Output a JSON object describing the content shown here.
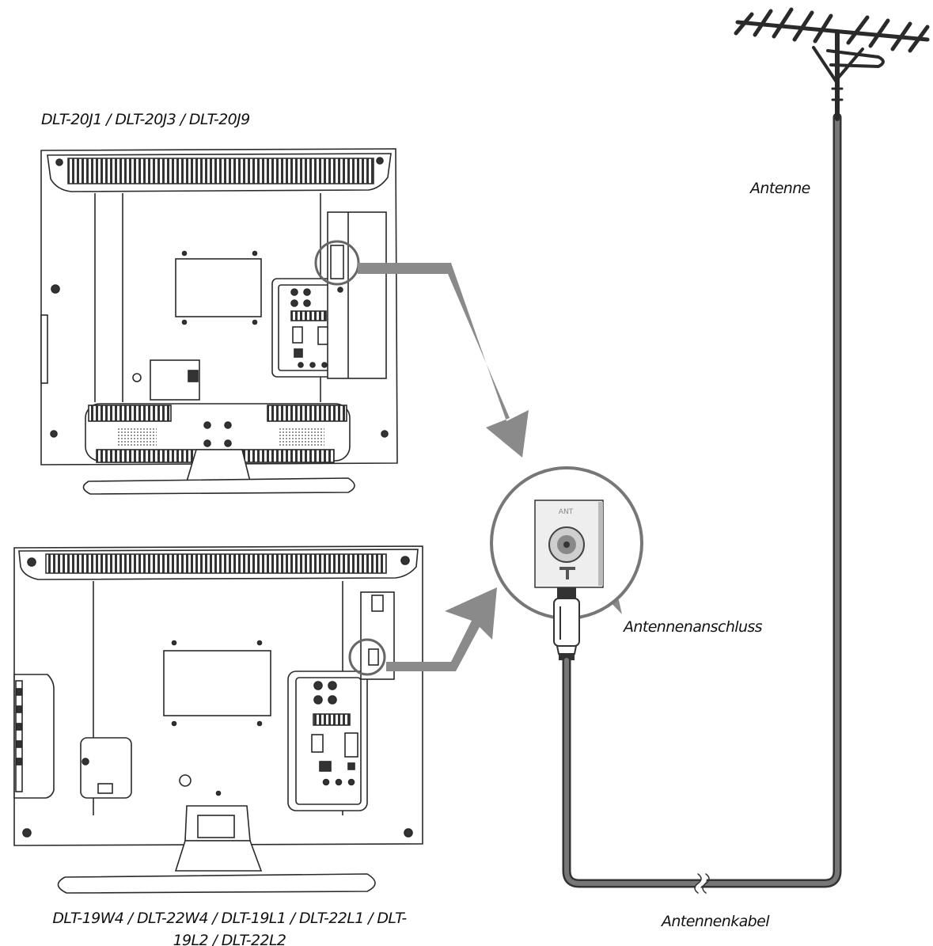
{
  "labels": {
    "top_model": "DLT-20J1 / DLT-20J3 / DLT-20J9",
    "bottom_model": "DLT-19W4 / DLT-22W4 / DLT-19L1 / DLT-22L1 / DLT-19L2 / DLT-22L2",
    "antenna": "Antenne",
    "antenna_connection": "Antennenanschluss",
    "antenna_cable": "Antennenkabel",
    "jack_marking": "ANT"
  },
  "colors": {
    "line": "#2a2a2a",
    "arrow": "#8a8a8a",
    "cable": "#555555",
    "background": "#ffffff"
  }
}
